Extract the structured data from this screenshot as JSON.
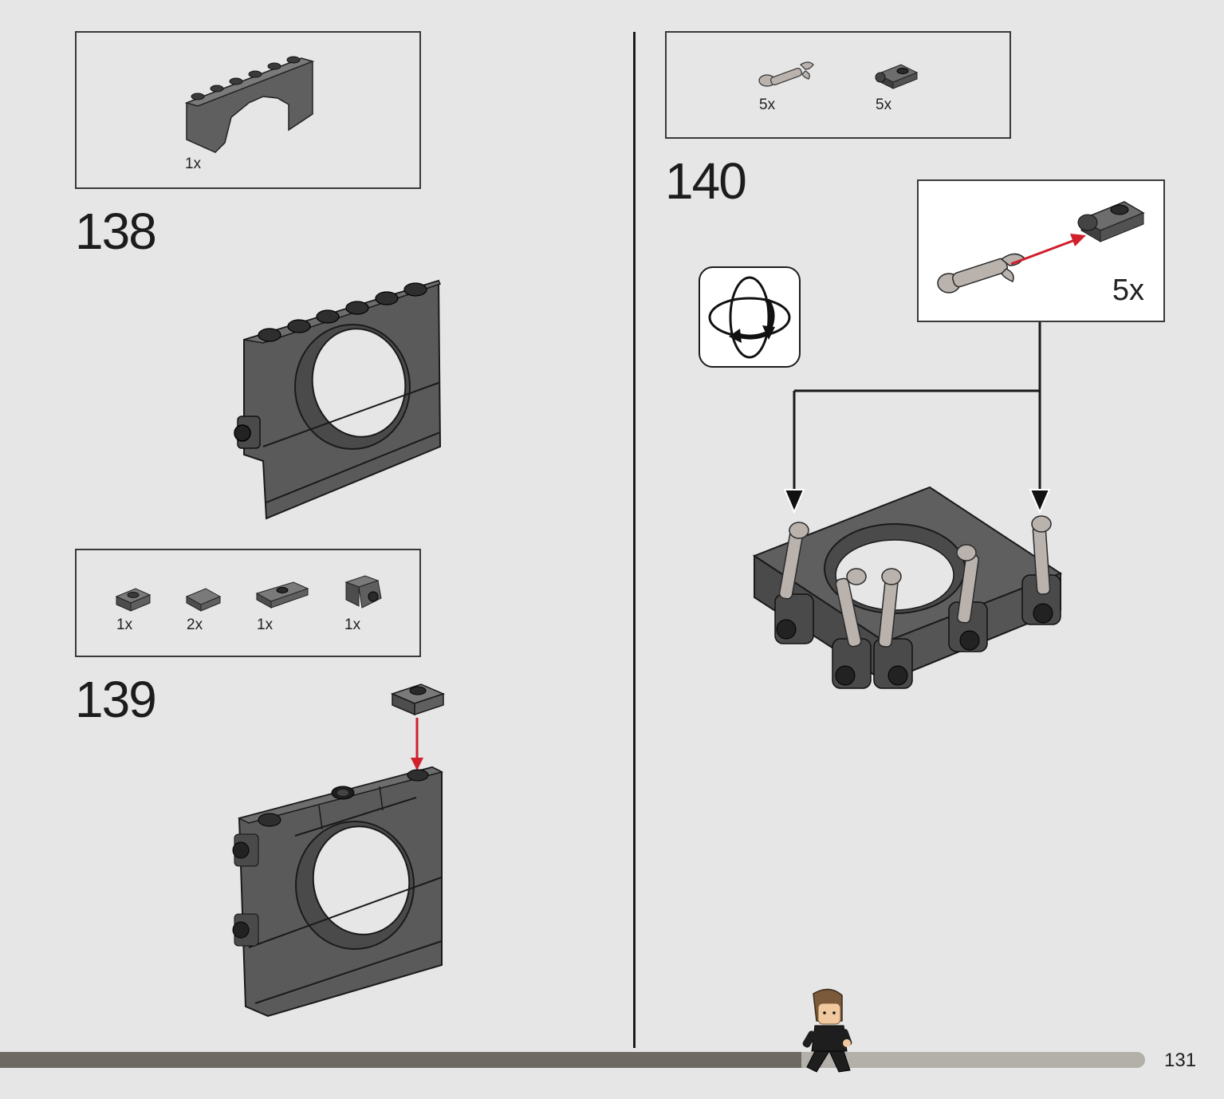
{
  "page_number": "131",
  "steps": [
    {
      "number": "138",
      "parts": [
        {
          "qty": "1x",
          "part": "arch-brick-icon"
        }
      ]
    },
    {
      "number": "139",
      "parts": [
        {
          "qty": "1x",
          "part": "plate-1x1-icon"
        },
        {
          "qty": "2x",
          "part": "tile-1x2-icon"
        },
        {
          "qty": "1x",
          "part": "jumper-plate-icon"
        },
        {
          "qty": "1x",
          "part": "bracket-stud-icon"
        }
      ]
    },
    {
      "number": "140",
      "parts": [
        {
          "qty": "5x",
          "part": "robot-arm-icon"
        },
        {
          "qty": "5x",
          "part": "plate-with-clip-icon"
        }
      ],
      "callout_qty": "5x",
      "rotate_icon": "rotate-model-icon"
    }
  ],
  "colors": {
    "background": "#e6e6e6",
    "brick_dark": "#5f5f5f",
    "brick_top": "#7a7a7a",
    "arrow_red": "#d0202c",
    "progress_done": "#6e6a63",
    "progress_remaining": "#b3b0aa"
  },
  "progress": {
    "fraction_complete": 0.7
  },
  "minifig_icon": "walking-minifigure-icon"
}
